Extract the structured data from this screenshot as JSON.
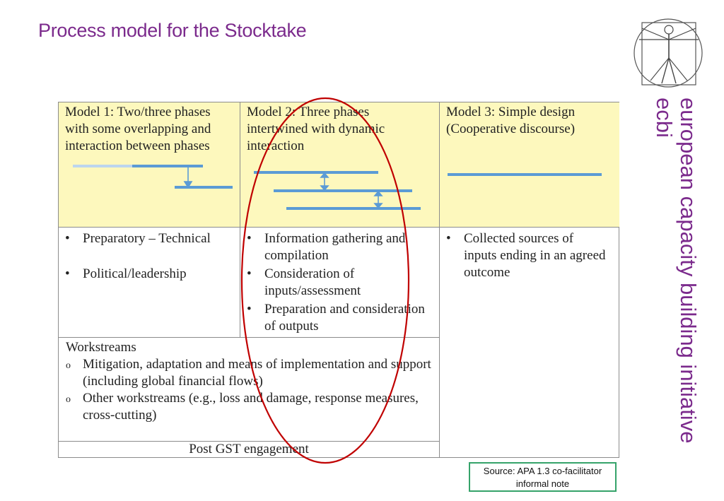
{
  "slide": {
    "title": "Process model for the Stocktake",
    "side_text_line1": "european capacity building initiative",
    "side_text_line2": "ecbi",
    "source": "Source: APA 1.3 co-facilitator informal note"
  },
  "table": {
    "model1": {
      "header": "Model 1: Two/three phases with some overlapping and interaction between phases",
      "bullets": [
        "Preparatory – Technical",
        "Political/leadership"
      ]
    },
    "model2": {
      "header": "Model 2: Three phases intertwined with dynamic interaction",
      "bullets": [
        "Information gathering and compilation",
        "Consideration of inputs/assessment",
        "Preparation and consideration of outputs"
      ]
    },
    "model3": {
      "header": "Model 3: Simple design (Cooperative discourse)",
      "bullets": [
        "Collected sources of inputs ending in an agreed outcome"
      ]
    },
    "workstreams": {
      "heading": "Workstreams",
      "items": [
        "Mitigation, adaptation and means of implementation and support (including global financial flows)",
        "Other workstreams (e.g., loss and damage, response measures, cross-cutting)"
      ]
    },
    "footer": "Post GST engagement"
  },
  "colors": {
    "title": "#7b2a8c",
    "diagram_line": "#5b9bd5",
    "highlight_ellipse": "#c00000",
    "cell_yellow": "#fdf8bd",
    "source_border": "#35a36a"
  },
  "icons": {
    "logo": "vitruvian-man-logo"
  }
}
